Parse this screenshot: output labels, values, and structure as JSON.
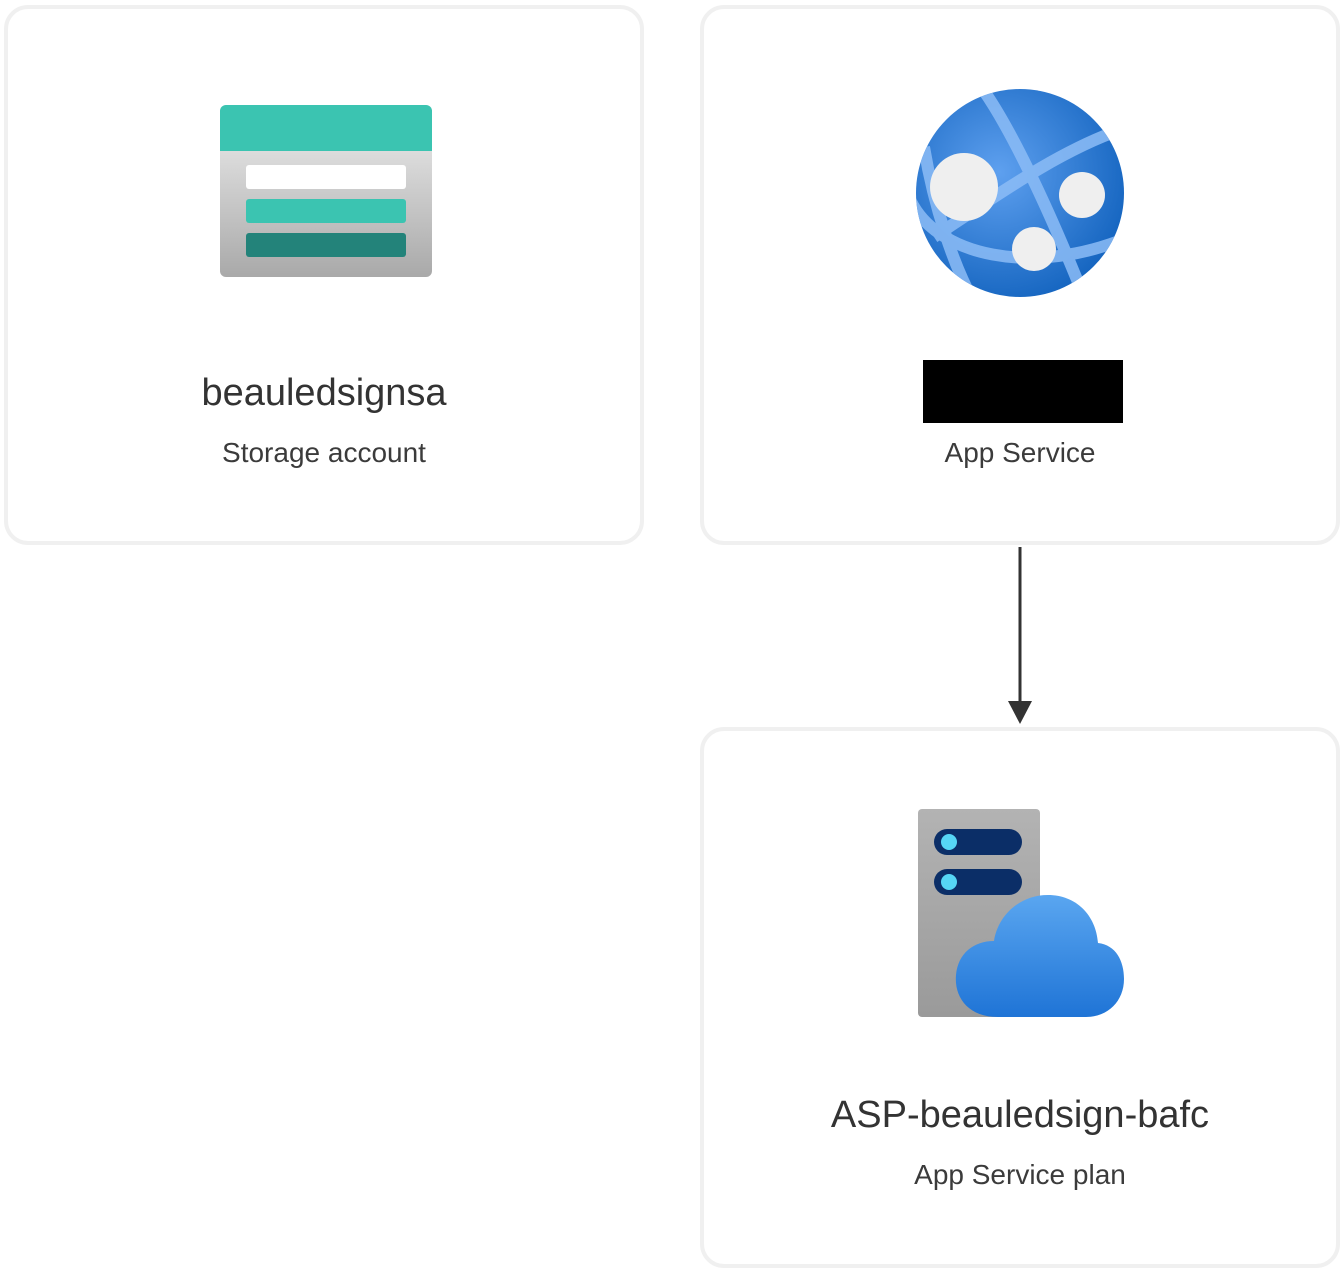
{
  "nodes": {
    "storage": {
      "name": "beauledsignsa",
      "type": "Storage account",
      "icon": "storage-account-icon"
    },
    "app_service": {
      "name": "",
      "type": "App Service",
      "icon": "app-service-globe-icon",
      "name_redacted": true
    },
    "plan": {
      "name": "ASP-beauledsign-bafc",
      "type": "App Service plan",
      "icon": "app-service-plan-icon"
    }
  },
  "edges": [
    {
      "from": "app_service",
      "to": "plan",
      "direction": "down"
    }
  ],
  "colors": {
    "card_border": "#f0f0f0",
    "text_primary": "#333333",
    "arrow": "#333333",
    "storage_teal": "#3bc4b1",
    "storage_dark_teal": "#23837a",
    "globe_blue": "#1e78d4",
    "server_navy": "#0b2e67",
    "cloud_blue": "#2f86e0"
  }
}
